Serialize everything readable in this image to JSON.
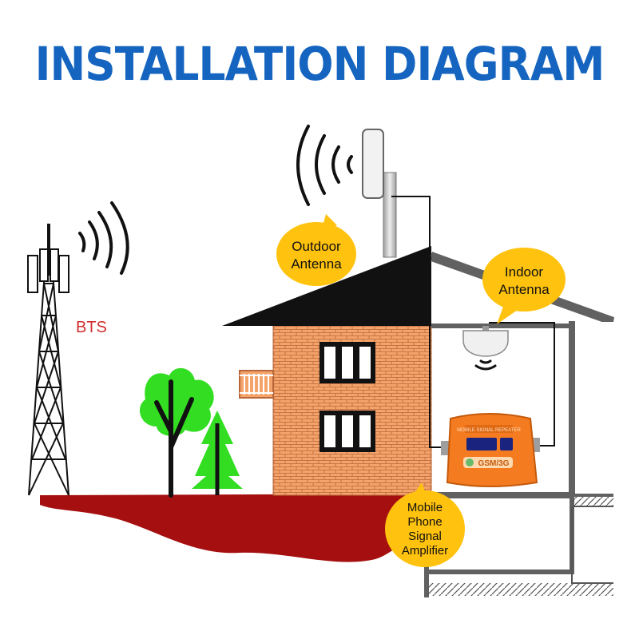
{
  "title": "INSTALLATION DIAGRAM",
  "labels": {
    "bts": "BTS",
    "outdoor_antenna": [
      "Outdoor",
      "Antenna"
    ],
    "indoor_antenna": [
      "Indoor",
      "Antenna"
    ],
    "amplifier": [
      "Mobile",
      "Phone",
      "Signal",
      "Amplifier"
    ]
  },
  "device": {
    "badge": "GSM/3G",
    "header_text": "MOBILE SIGNAL REPEATER"
  },
  "colors": {
    "title": "#1565c0",
    "bts_label": "#d32f2f",
    "callout": "#ffc20e",
    "ground": "#a50f0f",
    "brick": "#f4a46a",
    "roof": "#111111",
    "tree": "#33dd22",
    "device": "#f47b20"
  }
}
